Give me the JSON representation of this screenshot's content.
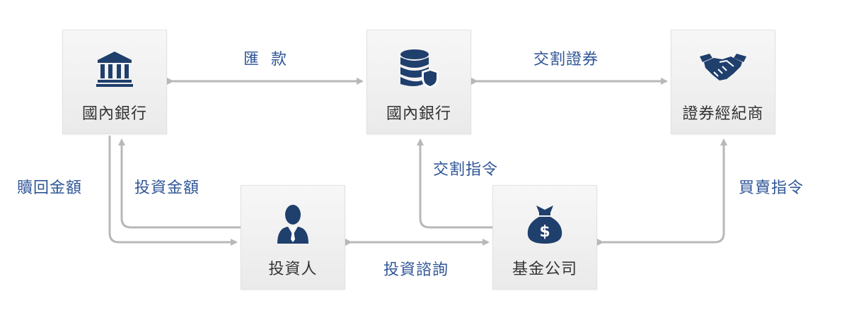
{
  "colors": {
    "icon": "#1f3f6d",
    "label_text": "#2f5597",
    "node_text": "#333333",
    "arrow": "#b8b8b8"
  },
  "nodes": {
    "bank_left": {
      "label": "國內銀行",
      "icon": "bank-icon"
    },
    "bank_center": {
      "label": "國內銀行",
      "icon": "database-shield-icon"
    },
    "broker": {
      "label": "證券經紀商",
      "icon": "handshake-icon"
    },
    "investor": {
      "label": "投資人",
      "icon": "person-icon"
    },
    "fund": {
      "label": "基金公司",
      "icon": "money-bag-icon"
    }
  },
  "edges": {
    "remittance": "匯  款",
    "deliver_securities": "交割證券",
    "redemption_amount": "贖回金額",
    "investment_amount": "投資金額",
    "settlement_order": "交割指令",
    "trade_order": "買賣指令",
    "investment_advice": "投資諮詢"
  }
}
